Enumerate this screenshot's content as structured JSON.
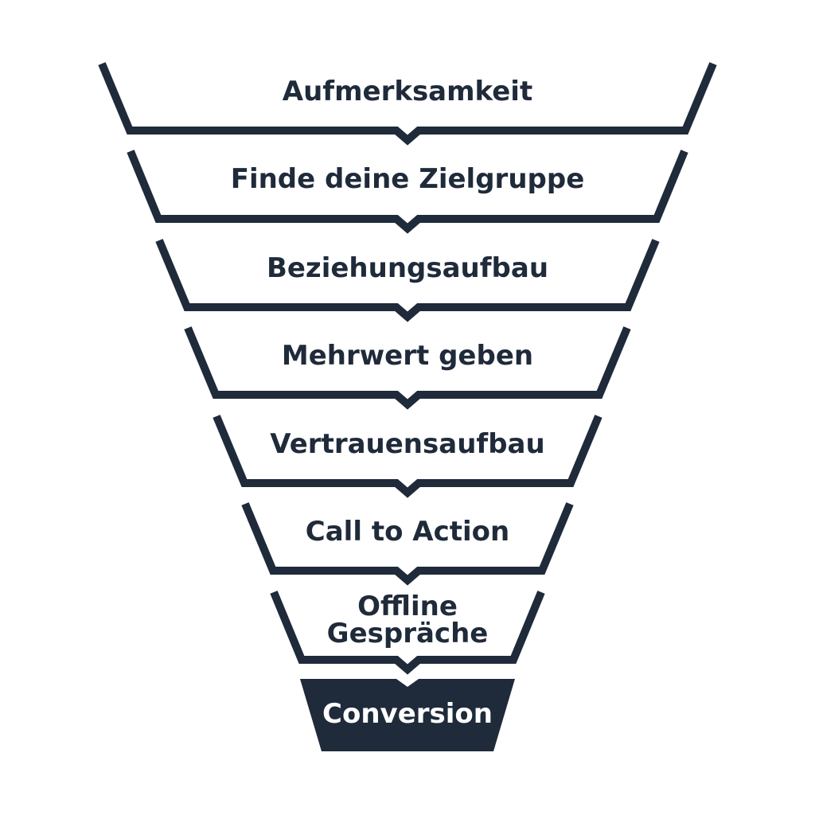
{
  "funnel": {
    "stages": [
      {
        "lines": [
          "Aufmerksamkeit"
        ],
        "filled": false
      },
      {
        "lines": [
          "Finde deine Zielgruppe"
        ],
        "filled": false
      },
      {
        "lines": [
          "Beziehungsaufbau"
        ],
        "filled": false
      },
      {
        "lines": [
          "Mehrwert geben"
        ],
        "filled": false
      },
      {
        "lines": [
          "Vertrauensaufbau"
        ],
        "filled": false
      },
      {
        "lines": [
          "Call to Action"
        ],
        "filled": false
      },
      {
        "lines": [
          "Offline",
          "Gespräche"
        ],
        "filled": false
      },
      {
        "lines": [
          "Conversion"
        ],
        "filled": true
      }
    ]
  },
  "colors": {
    "ink": "#1f2a3a",
    "background": "#ffffff",
    "filled_text": "#ffffff"
  }
}
